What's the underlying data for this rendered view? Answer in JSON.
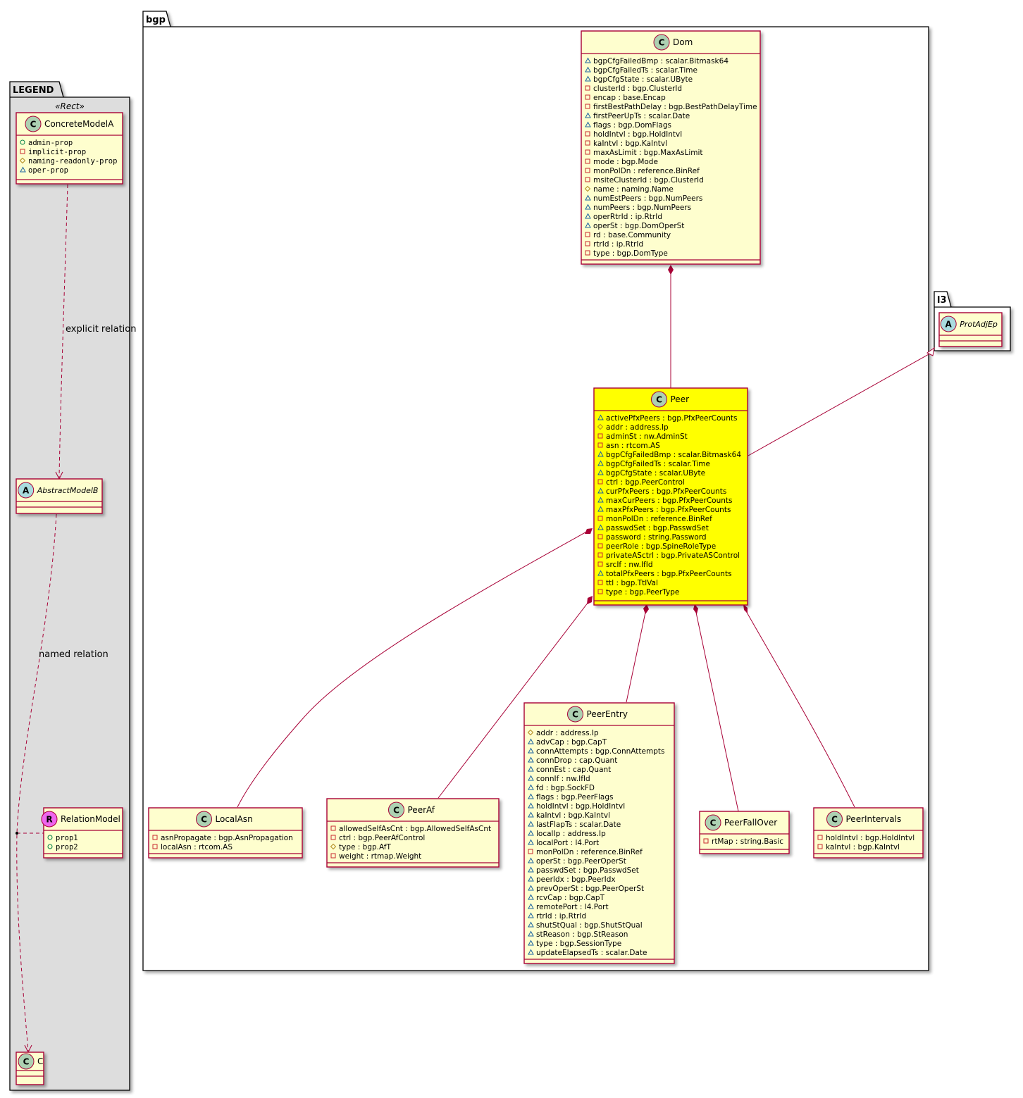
{
  "packages": {
    "legend": {
      "name": "LEGEND",
      "stereotype": "«Rect»"
    },
    "bgp": {
      "name": "bgp"
    },
    "l3": {
      "name": "l3"
    }
  },
  "legend_classes": {
    "concrete": {
      "name": "ConcreteModelA",
      "kind": "C",
      "attrs": [
        {
          "vis": "+",
          "text": "admin-prop"
        },
        {
          "vis": "-",
          "text": "implicit-prop"
        },
        {
          "vis": "#",
          "text": "naming-readonly-prop"
        },
        {
          "vis": "~",
          "text": "oper-prop"
        }
      ]
    },
    "abstract": {
      "name": "AbstractModelB",
      "kind": "A"
    },
    "relation": {
      "name": "RelationModel",
      "kind": "R",
      "attrs": [
        {
          "vis": "+",
          "text": "prop1"
        },
        {
          "vis": "+",
          "text": "prop2"
        }
      ]
    },
    "c": {
      "name": "C",
      "kind": "C"
    }
  },
  "edge_labels": {
    "explicit": "explicit relation",
    "named": "named relation"
  },
  "classes": {
    "dom": {
      "name": "Dom",
      "kind": "C",
      "attrs": [
        {
          "vis": "~",
          "text": "bgpCfgFailedBmp : scalar.Bitmask64"
        },
        {
          "vis": "~",
          "text": "bgpCfgFailedTs : scalar.Time"
        },
        {
          "vis": "~",
          "text": "bgpCfgState : scalar.UByte"
        },
        {
          "vis": "-",
          "text": "clusterId : bgp.ClusterId"
        },
        {
          "vis": "-",
          "text": "encap : base.Encap"
        },
        {
          "vis": "-",
          "text": "firstBestPathDelay : bgp.BestPathDelayTime"
        },
        {
          "vis": "~",
          "text": "firstPeerUpTs : scalar.Date"
        },
        {
          "vis": "~",
          "text": "flags : bgp.DomFlags"
        },
        {
          "vis": "-",
          "text": "holdIntvl : bgp.HoldIntvl"
        },
        {
          "vis": "-",
          "text": "kaIntvl : bgp.KaIntvl"
        },
        {
          "vis": "-",
          "text": "maxAsLimit : bgp.MaxAsLimit"
        },
        {
          "vis": "-",
          "text": "mode : bgp.Mode"
        },
        {
          "vis": "-",
          "text": "monPolDn : reference.BinRef"
        },
        {
          "vis": "-",
          "text": "msiteClusterId : bgp.ClusterId"
        },
        {
          "vis": "#",
          "text": "name : naming.Name"
        },
        {
          "vis": "~",
          "text": "numEstPeers : bgp.NumPeers"
        },
        {
          "vis": "~",
          "text": "numPeers : bgp.NumPeers"
        },
        {
          "vis": "~",
          "text": "operRtrId : ip.RtrId"
        },
        {
          "vis": "~",
          "text": "operSt : bgp.DomOperSt"
        },
        {
          "vis": "-",
          "text": "rd : base.Community"
        },
        {
          "vis": "-",
          "text": "rtrId : ip.RtrId"
        },
        {
          "vis": "-",
          "text": "type : bgp.DomType"
        }
      ]
    },
    "peer": {
      "name": "Peer",
      "kind": "C",
      "highlight": "#ffff00",
      "attrs": [
        {
          "vis": "~",
          "text": "activePfxPeers : bgp.PfxPeerCounts"
        },
        {
          "vis": "#",
          "text": "addr : address.Ip"
        },
        {
          "vis": "-",
          "text": "adminSt : nw.AdminSt"
        },
        {
          "vis": "-",
          "text": "asn : rtcom.AS"
        },
        {
          "vis": "~",
          "text": "bgpCfgFailedBmp : scalar.Bitmask64"
        },
        {
          "vis": "~",
          "text": "bgpCfgFailedTs : scalar.Time"
        },
        {
          "vis": "~",
          "text": "bgpCfgState : scalar.UByte"
        },
        {
          "vis": "-",
          "text": "ctrl : bgp.PeerControl"
        },
        {
          "vis": "~",
          "text": "curPfxPeers : bgp.PfxPeerCounts"
        },
        {
          "vis": "~",
          "text": "maxCurPeers : bgp.PfxPeerCounts"
        },
        {
          "vis": "~",
          "text": "maxPfxPeers : bgp.PfxPeerCounts"
        },
        {
          "vis": "-",
          "text": "monPolDn : reference.BinRef"
        },
        {
          "vis": "~",
          "text": "passwdSet : bgp.PasswdSet"
        },
        {
          "vis": "-",
          "text": "password : string.Password"
        },
        {
          "vis": "-",
          "text": "peerRole : bgp.SpineRoleType"
        },
        {
          "vis": "-",
          "text": "privateASctrl : bgp.PrivateASControl"
        },
        {
          "vis": "-",
          "text": "srcIf : nw.IfId"
        },
        {
          "vis": "~",
          "text": "totalPfxPeers : bgp.PfxPeerCounts"
        },
        {
          "vis": "-",
          "text": "ttl : bgp.TtlVal"
        },
        {
          "vis": "-",
          "text": "type : bgp.PeerType"
        }
      ]
    },
    "protAdjEp": {
      "name": "ProtAdjEp",
      "kind": "A"
    },
    "localAsn": {
      "name": "LocalAsn",
      "kind": "C",
      "attrs": [
        {
          "vis": "-",
          "text": "asnPropagate : bgp.AsnPropagation"
        },
        {
          "vis": "-",
          "text": "localAsn : rtcom.AS"
        }
      ]
    },
    "peerAf": {
      "name": "PeerAf",
      "kind": "C",
      "attrs": [
        {
          "vis": "-",
          "text": "allowedSelfAsCnt : bgp.AllowedSelfAsCnt"
        },
        {
          "vis": "-",
          "text": "ctrl : bgp.PeerAfControl"
        },
        {
          "vis": "#",
          "text": "type : bgp.AfT"
        },
        {
          "vis": "-",
          "text": "weight : rtmap.Weight"
        }
      ]
    },
    "peerEntry": {
      "name": "PeerEntry",
      "kind": "C",
      "attrs": [
        {
          "vis": "#",
          "text": "addr : address.Ip"
        },
        {
          "vis": "~",
          "text": "advCap : bgp.CapT"
        },
        {
          "vis": "~",
          "text": "connAttempts : bgp.ConnAttempts"
        },
        {
          "vis": "~",
          "text": "connDrop : cap.Quant"
        },
        {
          "vis": "~",
          "text": "connEst : cap.Quant"
        },
        {
          "vis": "~",
          "text": "connIf : nw.IfId"
        },
        {
          "vis": "~",
          "text": "fd : bgp.SockFD"
        },
        {
          "vis": "~",
          "text": "flags : bgp.PeerFlags"
        },
        {
          "vis": "~",
          "text": "holdIntvl : bgp.HoldIntvl"
        },
        {
          "vis": "~",
          "text": "kaIntvl : bgp.KaIntvl"
        },
        {
          "vis": "~",
          "text": "lastFlapTs : scalar.Date"
        },
        {
          "vis": "~",
          "text": "localIp : address.Ip"
        },
        {
          "vis": "~",
          "text": "localPort : l4.Port"
        },
        {
          "vis": "-",
          "text": "monPolDn : reference.BinRef"
        },
        {
          "vis": "~",
          "text": "operSt : bgp.PeerOperSt"
        },
        {
          "vis": "~",
          "text": "passwdSet : bgp.PasswdSet"
        },
        {
          "vis": "~",
          "text": "peerIdx : bgp.PeerIdx"
        },
        {
          "vis": "~",
          "text": "prevOperSt : bgp.PeerOperSt"
        },
        {
          "vis": "~",
          "text": "rcvCap : bgp.CapT"
        },
        {
          "vis": "~",
          "text": "remotePort : l4.Port"
        },
        {
          "vis": "~",
          "text": "rtrId : ip.RtrId"
        },
        {
          "vis": "~",
          "text": "shutStQual : bgp.ShutStQual"
        },
        {
          "vis": "~",
          "text": "stReason : bgp.StReason"
        },
        {
          "vis": "~",
          "text": "type : bgp.SessionType"
        },
        {
          "vis": "~",
          "text": "updateElapsedTs : scalar.Date"
        }
      ]
    },
    "peerFallOver": {
      "name": "PeerFallOver",
      "kind": "C",
      "attrs": [
        {
          "vis": "-",
          "text": "rtMap : string.Basic"
        }
      ]
    },
    "peerIntervals": {
      "name": "PeerIntervals",
      "kind": "C",
      "attrs": [
        {
          "vis": "-",
          "text": "holdIntvl : bgp.HoldIntvl"
        },
        {
          "vis": "-",
          "text": "kaIntvl : bgp.KaIntvl"
        }
      ]
    }
  },
  "colors": {
    "border": "#a80036",
    "class_fill": "#fefece",
    "legend_fill": "#dddddd",
    "circle_c": "#add1b2",
    "circle_a": "#a9dcdf",
    "circle_r": "#ee66ee"
  }
}
